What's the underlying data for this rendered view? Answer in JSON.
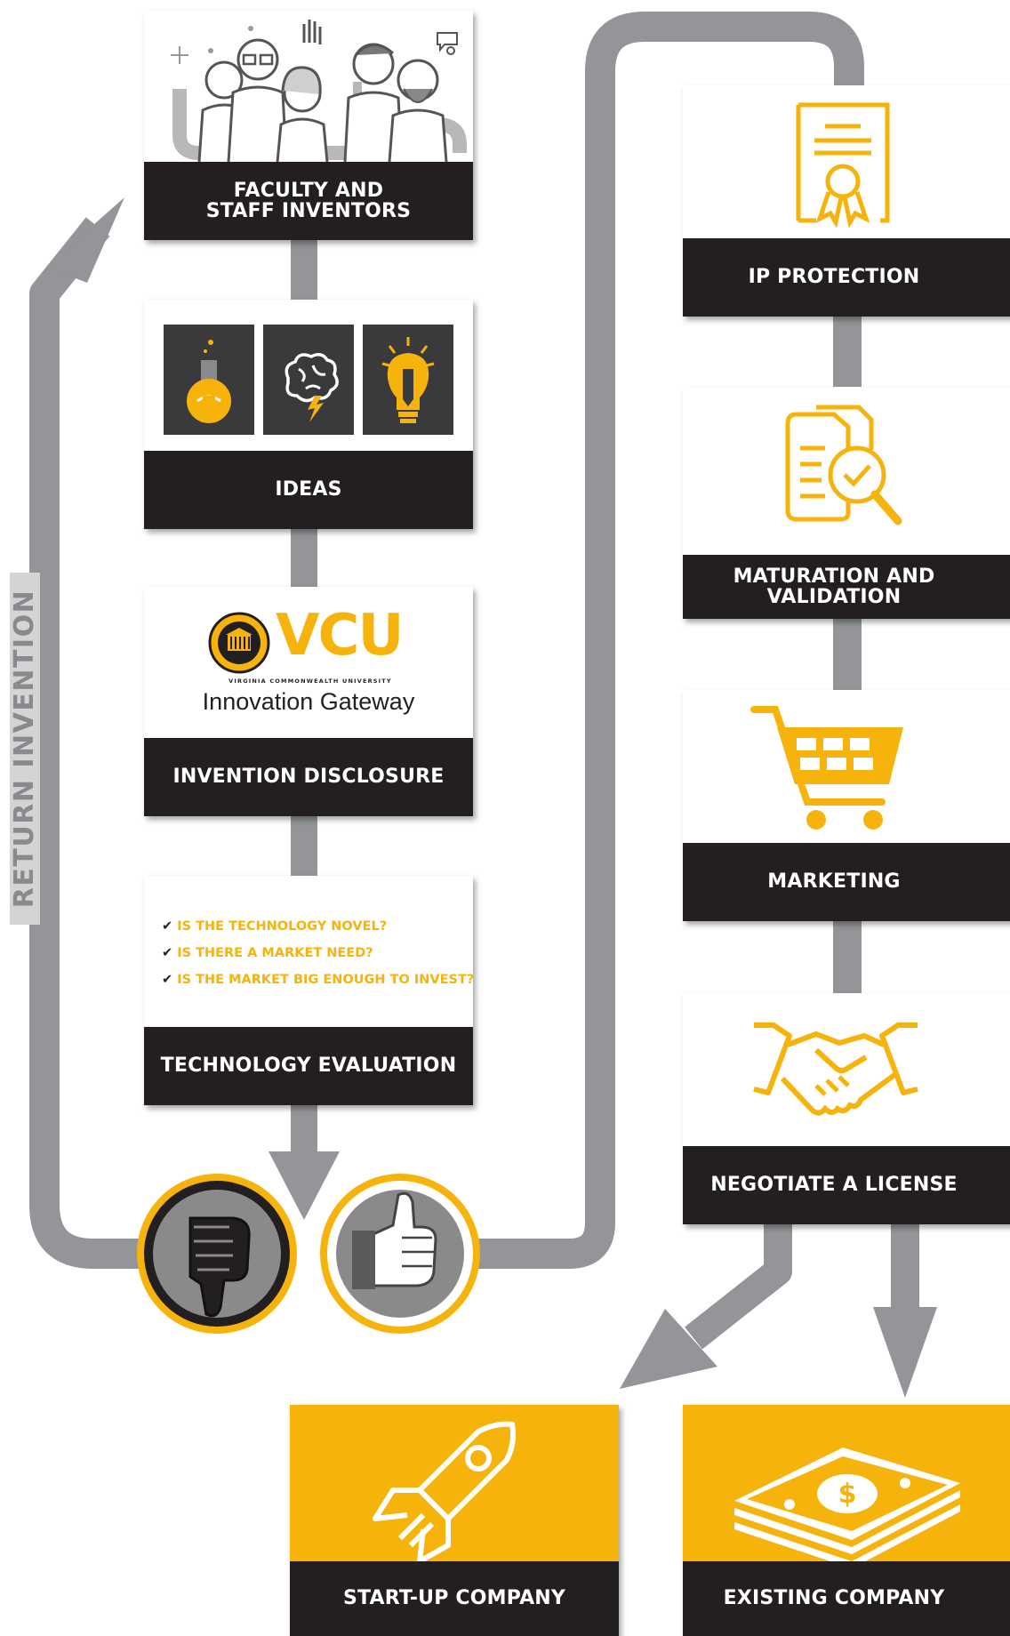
{
  "side_label": "RETURN INVENTION",
  "steps": {
    "inventors": "FACULTY AND STAFF INVENTORS",
    "ideas": "IDEAS",
    "disclosure": "INVENTION DISCLOSURE",
    "evaluation": "TECHNOLOGY EVALUATION",
    "ip": "IP PROTECTION",
    "maturation": "MATURATION AND VALIDATION",
    "marketing": "MARKETING",
    "license": "NEGOTIATE A LICENSE",
    "startup": "START-UP COMPANY",
    "existing": "EXISTING COMPANY"
  },
  "evaluation_questions": [
    "IS THE TECHNOLOGY NOVEL?",
    "IS THERE A MARKET NEED?",
    "IS THE MARKET BIG ENOUGH TO INVEST?"
  ],
  "vcu_logo": {
    "word": "VCU",
    "sub": "VIRGINIA COMMONWEALTH UNIVERSITY",
    "name": "Innovation Gateway"
  },
  "colors": {
    "accent": "#f5b30c",
    "dark": "#231f20",
    "arrow": "#939598",
    "panel": "#3a3a3c"
  },
  "icons": [
    "people-illustration-icon",
    "flask-icon",
    "brain-icon",
    "lightbulb-icon",
    "certificate-icon",
    "document-check-icon",
    "cart-icon",
    "handshake-icon",
    "rocket-icon",
    "money-stack-icon",
    "thumbs-down-icon",
    "thumbs-up-icon"
  ]
}
